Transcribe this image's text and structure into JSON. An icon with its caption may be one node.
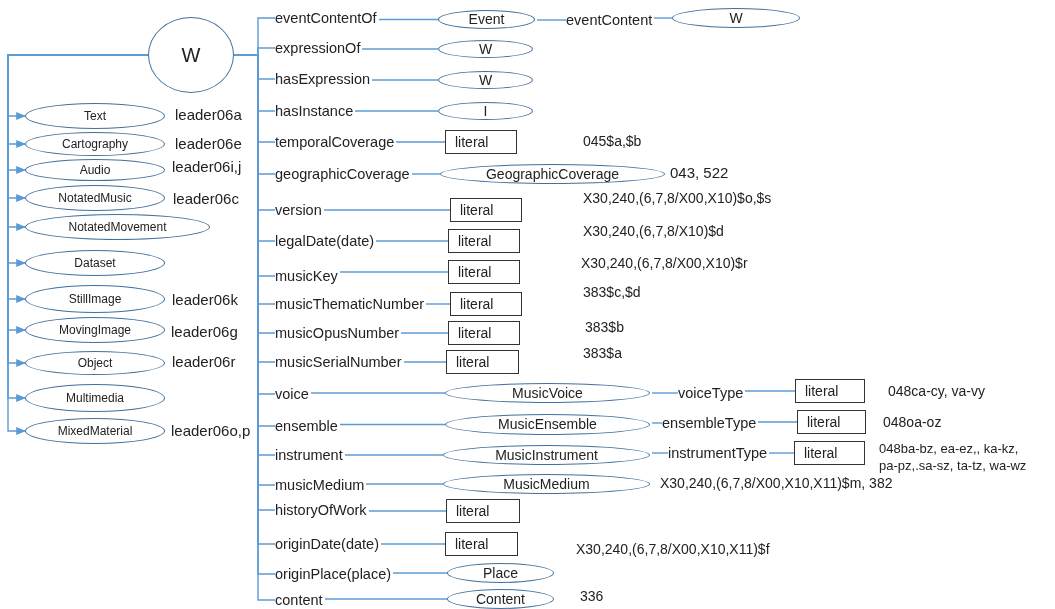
{
  "diagram": {
    "nodes": [
      {
        "text": [
          "W"
        ]
      },
      {
        "text": [
          "Text"
        ],
        "beside": [
          "leader06a"
        ]
      },
      {
        "text": [
          "Cartography"
        ],
        "beside": [
          "leader06e"
        ]
      },
      {
        "text": [
          "Audio"
        ],
        "beside": [
          "leader06i,j"
        ]
      },
      {
        "text": [
          "NotatedMusic"
        ],
        "beside": [
          "leader06c"
        ]
      },
      {
        "text": [
          "NotatedMovement"
        ]
      },
      {
        "text": [
          "Dataset"
        ]
      },
      {
        "text": [
          "StillImage"
        ],
        "beside": [
          "leader06k"
        ]
      },
      {
        "text": [
          "MovingImage"
        ],
        "beside": [
          "leader06g"
        ]
      },
      {
        "text": [
          "Object"
        ],
        "beside": [
          "leader06r"
        ]
      },
      {
        "text": [
          "Multimedia"
        ]
      },
      {
        "text": [
          "MixedMaterial"
        ],
        "beside": [
          "leader06o,p"
        ]
      },
      {
        "text": [
          "eventContentOf"
        ]
      },
      {
        "text": [
          "Event"
        ]
      },
      {
        "text": [
          "eventContent"
        ]
      },
      {
        "text": [
          "W"
        ]
      },
      {
        "text": [
          "expressionOf"
        ]
      },
      {
        "text": [
          "W"
        ]
      },
      {
        "text": [
          "hasExpression"
        ]
      },
      {
        "text": [
          "W"
        ]
      },
      {
        "text": [
          "hasInstance"
        ]
      },
      {
        "text": [
          "I"
        ]
      },
      {
        "text": [
          "temporalCoverage"
        ]
      },
      {
        "text": [
          "literal"
        ]
      },
      {
        "text": [
          "geographicCoverage"
        ]
      },
      {
        "text": [
          "GeographicCoverage"
        ],
        "beside": [
          "043, 522"
        ]
      },
      {
        "text": [
          "version"
        ]
      },
      {
        "text": [
          "literal"
        ]
      },
      {
        "text": [
          "legalDate(date)"
        ]
      },
      {
        "text": [
          "literal"
        ]
      },
      {
        "text": [
          "musicKey"
        ]
      },
      {
        "text": [
          "literal"
        ]
      },
      {
        "text": [
          "musicThematicNumber"
        ]
      },
      {
        "text": [
          "literal"
        ]
      },
      {
        "text": [
          "musicOpusNumber"
        ]
      },
      {
        "text": [
          "literal"
        ]
      },
      {
        "text": [
          "musicSerialNumber"
        ]
      },
      {
        "text": [
          "literal"
        ]
      },
      {
        "text": [
          "voice"
        ]
      },
      {
        "text": [
          "MusicVoice"
        ]
      },
      {
        "text": [
          "voiceType"
        ]
      },
      {
        "text": [
          "literal"
        ]
      },
      {
        "text": [
          "ensemble"
        ]
      },
      {
        "text": [
          "MusicEnsemble"
        ]
      },
      {
        "text": [
          "ensembleType"
        ]
      },
      {
        "text": [
          "literal"
        ]
      },
      {
        "text": [
          "instrument"
        ]
      },
      {
        "text": [
          "MusicInstrument"
        ]
      },
      {
        "text": [
          "instrumentType"
        ]
      },
      {
        "text": [
          "literal"
        ]
      },
      {
        "text": [
          "musicMedium"
        ]
      },
      {
        "text": [
          "MusicMedium"
        ]
      },
      {
        "text": [
          "historyOfWork"
        ]
      },
      {
        "text": [
          "literal"
        ]
      },
      {
        "text": [
          "originDate(date)"
        ]
      },
      {
        "text": [
          "literal"
        ]
      },
      {
        "text": [
          "originPlace(place)"
        ]
      },
      {
        "text": [
          "Place"
        ]
      },
      {
        "text": [
          "content"
        ]
      },
      {
        "text": [
          "Content"
        ]
      }
    ],
    "edges": [
      {
        "from": 0,
        "to": 1,
        "arrow": "to"
      },
      {
        "from": 0,
        "to": 2,
        "arrow": "to"
      },
      {
        "from": 0,
        "to": 3,
        "arrow": "to"
      },
      {
        "from": 0,
        "to": 4,
        "arrow": "to"
      },
      {
        "from": 0,
        "to": 5,
        "arrow": "to"
      },
      {
        "from": 0,
        "to": 6,
        "arrow": "to"
      },
      {
        "from": 0,
        "to": 7,
        "arrow": "to"
      },
      {
        "from": 0,
        "to": 8,
        "arrow": "to"
      },
      {
        "from": 0,
        "to": 9,
        "arrow": "to"
      },
      {
        "from": 0,
        "to": 10,
        "arrow": "to"
      },
      {
        "from": 0,
        "to": 11,
        "arrow": "to"
      },
      {
        "from": 0,
        "to": 12,
        "arrow": "none"
      },
      {
        "from": 0,
        "to": 16,
        "arrow": "none"
      },
      {
        "from": 0,
        "to": 18,
        "arrow": "none"
      },
      {
        "from": 0,
        "to": 20,
        "arrow": "none"
      },
      {
        "from": 0,
        "to": 22,
        "arrow": "none"
      },
      {
        "from": 0,
        "to": 24,
        "arrow": "none"
      },
      {
        "from": 0,
        "to": 26,
        "arrow": "none"
      },
      {
        "from": 0,
        "to": 28,
        "arrow": "none"
      },
      {
        "from": 0,
        "to": 30,
        "arrow": "none"
      },
      {
        "from": 0,
        "to": 32,
        "arrow": "none"
      },
      {
        "from": 0,
        "to": 34,
        "arrow": "none"
      },
      {
        "from": 0,
        "to": 36,
        "arrow": "none"
      },
      {
        "from": 0,
        "to": 38,
        "arrow": "none"
      },
      {
        "from": 0,
        "to": 42,
        "arrow": "none"
      },
      {
        "from": 0,
        "to": 46,
        "arrow": "none"
      },
      {
        "from": 0,
        "to": 50,
        "arrow": "none"
      },
      {
        "from": 0,
        "to": 52,
        "arrow": "none"
      },
      {
        "from": 0,
        "to": 54,
        "arrow": "none"
      },
      {
        "from": 0,
        "to": 56,
        "arrow": "none"
      },
      {
        "from": 0,
        "to": 58,
        "arrow": "none"
      },
      {
        "from": 12,
        "to": 13,
        "arrow": "none"
      },
      {
        "from": 13,
        "to": 14,
        "arrow": "none"
      },
      {
        "from": 14,
        "to": 15,
        "arrow": "none"
      },
      {
        "from": 16,
        "to": 17,
        "arrow": "none"
      },
      {
        "from": 18,
        "to": 19,
        "arrow": "none"
      },
      {
        "from": 20,
        "to": 21,
        "arrow": "none"
      },
      {
        "from": 22,
        "to": 23,
        "arrow": "none"
      },
      {
        "from": 24,
        "to": 25,
        "arrow": "none"
      },
      {
        "from": 26,
        "to": 27,
        "arrow": "none"
      },
      {
        "from": 28,
        "to": 29,
        "arrow": "none"
      },
      {
        "from": 30,
        "to": 31,
        "arrow": "none"
      },
      {
        "from": 32,
        "to": 33,
        "arrow": "none"
      },
      {
        "from": 34,
        "to": 35,
        "arrow": "none"
      },
      {
        "from": 36,
        "to": 37,
        "arrow": "none"
      },
      {
        "from": 38,
        "to": 39,
        "arrow": "none"
      },
      {
        "from": 39,
        "to": 40,
        "arrow": "none"
      },
      {
        "from": 40,
        "to": 41,
        "arrow": "none"
      },
      {
        "from": 42,
        "to": 43,
        "arrow": "none"
      },
      {
        "from": 43,
        "to": 44,
        "arrow": "none"
      },
      {
        "from": 44,
        "to": 45,
        "arrow": "none"
      },
      {
        "from": 46,
        "to": 47,
        "arrow": "none"
      },
      {
        "from": 47,
        "to": 48,
        "arrow": "none"
      },
      {
        "from": 48,
        "to": 49,
        "arrow": "none"
      },
      {
        "from": 50,
        "to": 51,
        "arrow": "none"
      },
      {
        "from": 52,
        "to": 53,
        "arrow": "none"
      },
      {
        "from": 54,
        "to": 55,
        "arrow": "none"
      },
      {
        "from": 56,
        "to": 57,
        "arrow": "none"
      },
      {
        "from": 58,
        "to": 59,
        "arrow": "none"
      }
    ],
    "labels": [
      "045$a,$b",
      "X30,240,(6,7,8/X00,X10)$o,$s",
      "X30,240,(6,7,8/X10)$d",
      "X30,240,(6,7,8/X00,X10)$r",
      "383$c,$d",
      "383$b",
      "383$a",
      "048ca-cy, va-vy",
      "048oa-oz",
      "048ba-bz, ea-ez,, ka-kz, pa-pz,.sa-sz, ta-tz, wa-wz",
      "X30,240,(6,7,8/X00,X10,X11)$m, 382",
      "X30,240,(6,7,8/X00,X10,X11)$f",
      "336"
    ]
  }
}
